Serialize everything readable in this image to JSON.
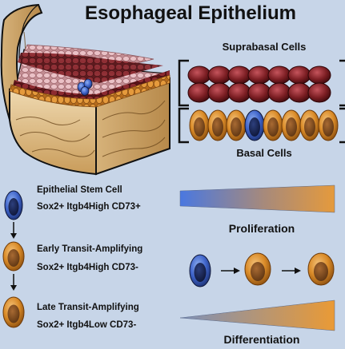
{
  "title": "Esophageal Epithelium",
  "top_labels": {
    "suprabasal": "Suprabasal Cells",
    "basal": "Basal Cells"
  },
  "cell_states": [
    {
      "name": "Epithelial Stem Cell",
      "markers": "Sox2+ Itgb4High CD73+",
      "color": "#3e63c9"
    },
    {
      "name": "Early Transit-Amplifying",
      "markers": "Sox2+ Itgb4High CD73-",
      "color": "#d98a27"
    },
    {
      "name": "Late Transit-Amplifying",
      "markers": "Sox2+ Itgb4Low CD73-",
      "color": "#d98a27"
    }
  ],
  "gradients": {
    "proliferation_label": "Proliferation",
    "differentiation_label": "Differentiation"
  },
  "colors": {
    "background": "#c7d5e8",
    "stem_blue": "#3e63c9",
    "basal_orange": "#d98a27",
    "suprabasal_red": "#7a1d22",
    "tissue_tan": "#e3c89a"
  }
}
